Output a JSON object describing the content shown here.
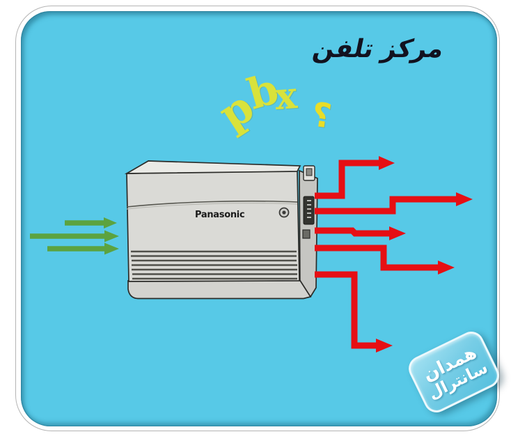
{
  "title": "مرکز تلفن",
  "pbx_label": {
    "letters": [
      "p",
      "b",
      "x"
    ],
    "question_mark": "؟"
  },
  "device": {
    "brand": "Panasonic"
  },
  "watermark": {
    "line1": "همدان",
    "line2": "سانترال"
  },
  "arrows": {
    "incoming_count": 3,
    "outgoing_count": 5
  },
  "colors": {
    "page_bg": "#ffffff",
    "frame_line": "#b4b4b4",
    "panel": "#57c9e7",
    "panel_rim": "#2e8ca6",
    "red": "#e60f14",
    "green": "#5ca33f",
    "pbx_text": "#d9e23b",
    "question": "#e9dd28",
    "title": "#12121f",
    "badge_text": "#ffffff",
    "badge_fill_light": "#a5e2f2",
    "badge_fill_dark": "#55c0de",
    "box_front": "#dadad6",
    "box_top": "#eaeae6",
    "box_side": "#c6c6c2",
    "box_base": "#d3d3cf",
    "box_outline": "#2b2b28",
    "brand_text": "#1b1b1b"
  }
}
